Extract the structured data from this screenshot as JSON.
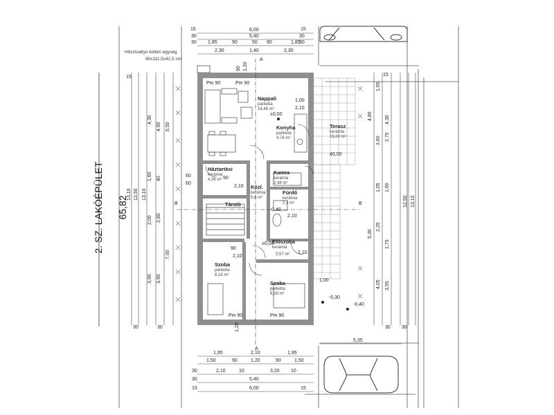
{
  "building_label": "2. SZ. LAKÓÉPÜLET",
  "building_length": "65,82",
  "unit_note_line1": "Hőszivattyú kültéri egység",
  "unit_note_line2": "90x111,5x42,5 cm",
  "rooms": [
    {
      "name": "Nappali",
      "floor": "parketta",
      "area": "18,46 m²"
    },
    {
      "name": "Konyha",
      "floor": "parketta",
      "area": "4,76 m²"
    },
    {
      "name": "Terasz",
      "floor": "kerámia",
      "area": "15,00 m²"
    },
    {
      "name": "Háztartási",
      "floor": "kerámia",
      "area": "4,36 m²"
    },
    {
      "name": "Kamra",
      "floor": "kerámia",
      "area": "2,48 m²"
    },
    {
      "name": "Közl.",
      "floor": "kerámia",
      "area": "5,6 m²"
    },
    {
      "name": "Fürdő",
      "floor": "kerámia",
      "area": "2,3 m²"
    },
    {
      "name": "Tároló",
      "floor": "",
      "area": ""
    },
    {
      "name": "Előszoba",
      "floor": "kerámia",
      "area": "3,57 m²"
    },
    {
      "name": "Szoba",
      "floor": "parketta",
      "area": "8,18 m²"
    },
    {
      "name": "Szoba",
      "floor": "parketta",
      "area": "9,28 m²"
    }
  ],
  "level_labels": {
    "main": "±0,00",
    "main2": "±0,00",
    "outside1": "-0,30",
    "outside2": "-0,40",
    "terrace": "40,00"
  },
  "door_labels": [
    "Pm 90",
    "Pm 90",
    "Pm 90",
    "Pm 90"
  ],
  "top_dims": {
    "row1": [
      "6,00"
    ],
    "row2": [
      "5,40"
    ],
    "row3": [
      "1,85",
      "90",
      "50",
      "90",
      "1,85"
    ],
    "row4": [
      "2,30",
      "1,40",
      "2,30"
    ],
    "edge": [
      "15",
      "30",
      "15",
      "30",
      "30",
      "30"
    ]
  },
  "bottom_dims": {
    "row1": [
      "1,95",
      "2,10",
      "1,95"
    ],
    "row2": [
      "1,50",
      "90",
      "1,20",
      "90",
      "1,50"
    ],
    "row3": [
      "2,10",
      "10",
      "3,20",
      "10"
    ],
    "row4": [
      "5,40"
    ],
    "row5": [
      "6,00"
    ],
    "parking": "5,35",
    "edge": [
      "30",
      "30",
      "15",
      "15"
    ]
  },
  "left_dims": {
    "chain_a": [
      "4,30",
      "1,60",
      "2,00",
      "3,90"
    ],
    "chain_b": [
      "4,90",
      "40",
      "2,80",
      "3,90"
    ],
    "chain_c": [
      "5,50",
      "7,00"
    ],
    "totals": [
      "13,10",
      "12,50",
      "13,10"
    ],
    "edge": [
      "15",
      "30",
      "30"
    ]
  },
  "right_dims": {
    "chain_a": [
      "1,65",
      "3,60",
      "1,05",
      "2,25",
      "4,05"
    ],
    "chain_b": [
      "4,30",
      "2,70",
      "1,60",
      "1,75",
      "3,55"
    ],
    "chain_c": [
      "4,85",
      "5,30"
    ],
    "totals": [
      "12,50",
      "13,10"
    ],
    "edge": [
      "15",
      "30",
      "30"
    ]
  },
  "inner_dims": [
    "1,00",
    "2,10",
    "90",
    "2,10",
    "90",
    "2,10",
    "1,00",
    "2,10",
    "60",
    "60",
    "1,20",
    "2,10",
    "90",
    "1,20",
    "0,40"
  ],
  "section_marks": [
    "A",
    "A",
    "B",
    "B"
  ]
}
